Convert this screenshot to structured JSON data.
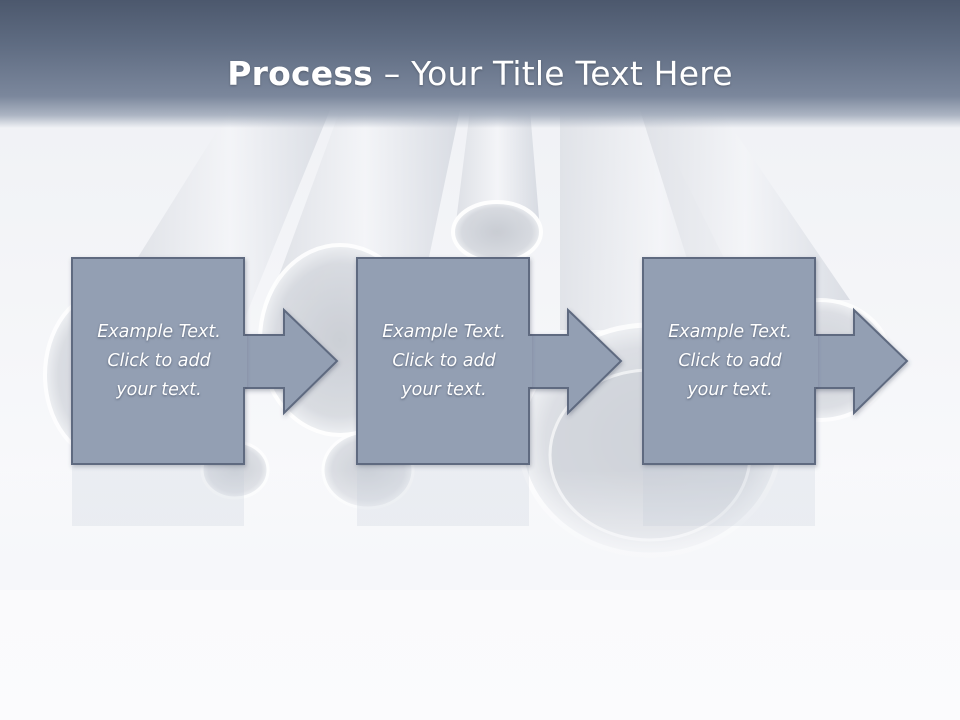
{
  "slide": {
    "title_bold": "Process",
    "title_rest": " – Your Title Text Here"
  },
  "steps": [
    {
      "text": "Example Text.\nClick  to add\nyour text."
    },
    {
      "text": "Example Text.\nClick  to add\nyour text."
    },
    {
      "text": "Example Text.\nClick  to add\nyour text."
    }
  ],
  "colors": {
    "title_bar": "#5f6c82",
    "step_fill": "#939fb3",
    "step_stroke": "#5e6a80",
    "text": "#ffffff"
  },
  "icons": [
    "arrow-right-icon"
  ]
}
